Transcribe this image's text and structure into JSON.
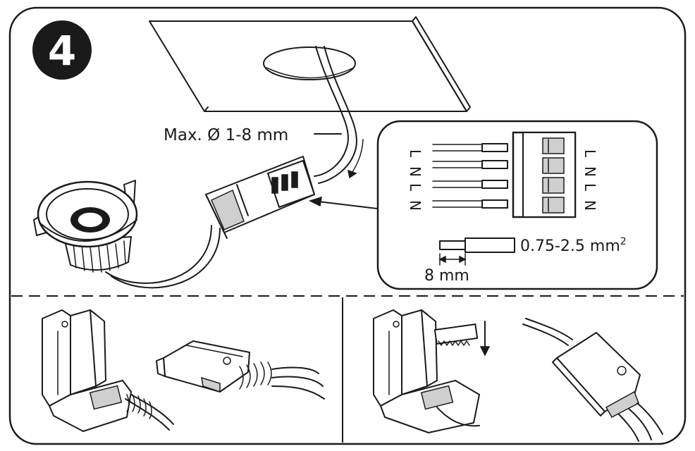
{
  "step": {
    "number": "4"
  },
  "cable": {
    "diameter_label": "Max. Ø 1-8 mm"
  },
  "terminals": {
    "left_labels": [
      "L",
      "N",
      "L",
      "N"
    ],
    "right_labels": [
      "L",
      "N",
      "L",
      "N"
    ]
  },
  "wire": {
    "cross_section_label": "0.75-2.5 mm",
    "cross_section_superscript": "2",
    "strip_length_label": "8 mm"
  },
  "colors": {
    "ink": "#1a1a1a",
    "paper": "#ffffff",
    "grey": "#cfcfcf"
  }
}
